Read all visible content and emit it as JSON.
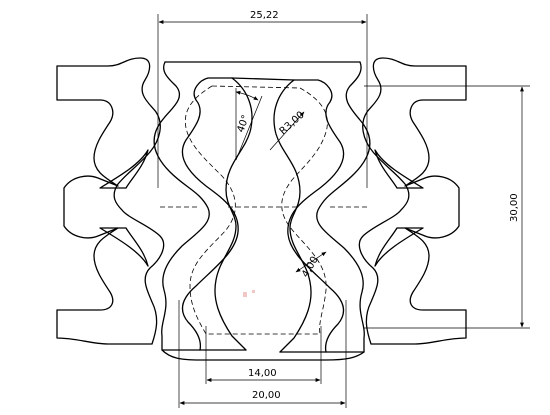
{
  "drawing": {
    "dimensions": {
      "top_width": "25,22",
      "right_height": "30,00",
      "bottom_inner": "14,00",
      "bottom_outer": "20,00",
      "angle": "40°",
      "radius": "R3,00",
      "strut_width": "4,00"
    },
    "colors": {
      "stroke": "#000000",
      "background": "#ffffff",
      "watermark": "#f3c6c6"
    }
  }
}
